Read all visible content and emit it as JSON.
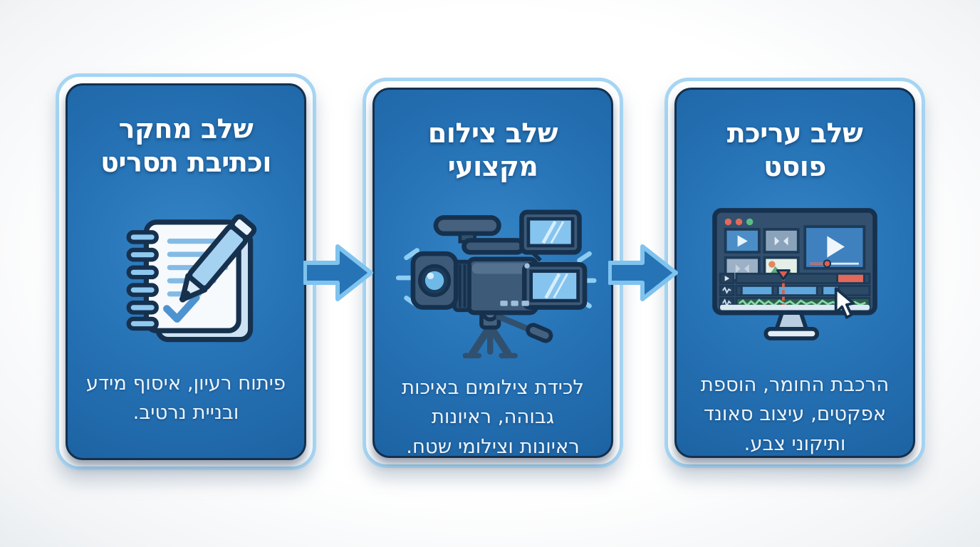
{
  "infographic": {
    "language": "he",
    "direction": "rtl",
    "colors": {
      "background": "#f4f6f8",
      "card_fill": "#2673b6",
      "card_dark_border": "#14304d",
      "card_light_outline": "#a6d5f3",
      "arrow_fill": "#2673b6",
      "arrow_outline": "#7fc3ee",
      "title_text": "#ffffff",
      "body_text": "#ecf4fb"
    },
    "stages": [
      {
        "id": "research",
        "title": "שלב מחקר וכתיבת תסריט",
        "title_lines": [
          "שלב מחקר",
          "וכתיבת תסריט"
        ],
        "description": "פיתוח רעיון, איסוף מידע ובניית נרטיב.",
        "description_lines": [
          "פיתוח רעיון, איסוף מידע",
          "ובניית נרטיב."
        ],
        "icon": "notebook-pen-icon"
      },
      {
        "id": "filming",
        "title": "שלב צילום מקצועי",
        "title_lines": [
          "שלב צילום",
          "מקצועי"
        ],
        "description": "לכידת צילומים באיכות גבוהה, ראיונות ראיונות וצילומי שטח.",
        "description_lines": [
          "לכידת צילומים באיכות",
          "גבוהה, ראיונות",
          "ראיונות וצילומי שטח."
        ],
        "icon": "video-camera-icon"
      },
      {
        "id": "post-editing",
        "title": "שלב עריכת פוסט",
        "title_lines": [
          "שלב עריכת",
          "פוסט"
        ],
        "description": "הרכבת החומר, הוספת אפקטים, עיצוב סאונד ותיקוני צבע.",
        "description_lines": [
          "הרכבת החומר, הוספת",
          "אפקטים, עיצוב סאונד",
          "ותיקוני צבע."
        ],
        "icon": "video-editing-icon"
      }
    ],
    "arrows": [
      {
        "id": "arrow-1",
        "direction": "right"
      },
      {
        "id": "arrow-2",
        "direction": "right"
      }
    ]
  }
}
